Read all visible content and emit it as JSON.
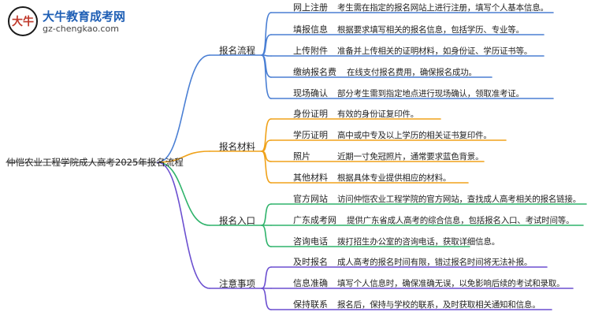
{
  "logo": {
    "mark": "大牛",
    "name": "大牛教育成考网",
    "url": "gz-chengkao.com"
  },
  "root": "仲恺农业工程学院成人高考2025年报名流程",
  "colors": {
    "branch_1": "#4a7fd4",
    "branch_2": "#f0a21a",
    "branch_3": "#2fb36b",
    "branch_4": "#6b4fd0"
  },
  "branches": [
    {
      "label": "报名流程",
      "items": [
        {
          "name": "网上注册",
          "desc": "考生需在指定的报名网站上进行注册，填写个人基本信息。"
        },
        {
          "name": "填报信息",
          "desc": "根据要求填写相关的报名信息，包括学历、专业等。"
        },
        {
          "name": "上传附件",
          "desc": "准备并上传相关的证明材料，如身份证、学历证书等。"
        },
        {
          "name": "缴纳报名费",
          "desc": "在线支付报名费用，确保报名成功。"
        },
        {
          "name": "现场确认",
          "desc": "部分考生需到指定地点进行现场确认，领取准考证。"
        }
      ]
    },
    {
      "label": "报名材料",
      "items": [
        {
          "name": "身份证明",
          "desc": "有效的身份证复印件。"
        },
        {
          "name": "学历证明",
          "desc": "高中或中专及以上学历的相关证书复印件。"
        },
        {
          "name": "照片",
          "desc": "近期一寸免冠照片，通常要求蓝色背景。"
        },
        {
          "name": "其他材料",
          "desc": "根据具体专业提供相应的材料。"
        }
      ]
    },
    {
      "label": "报名入口",
      "items": [
        {
          "name": "官方网站",
          "desc": "访问仲恺农业工程学院的官方网站，查找成人高考相关的报名链接。"
        },
        {
          "name": "广东成考网",
          "desc": "提供广东省成人高考的综合信息，包括报名入口、考试时间等。"
        },
        {
          "name": "咨询电话",
          "desc": "拨打招生办公室的咨询电话，获取详细信息。"
        }
      ]
    },
    {
      "label": "注意事项",
      "items": [
        {
          "name": "及时报名",
          "desc": "成人高考的报名时间有限，错过报名时间将无法补报。"
        },
        {
          "name": "信息准确",
          "desc": "填写个人信息时，确保准确无误，以免影响后续的考试和录取。"
        },
        {
          "name": "保持联系",
          "desc": "报名后，保持与学校的联系，及时获取相关通知和信息。"
        }
      ]
    }
  ]
}
